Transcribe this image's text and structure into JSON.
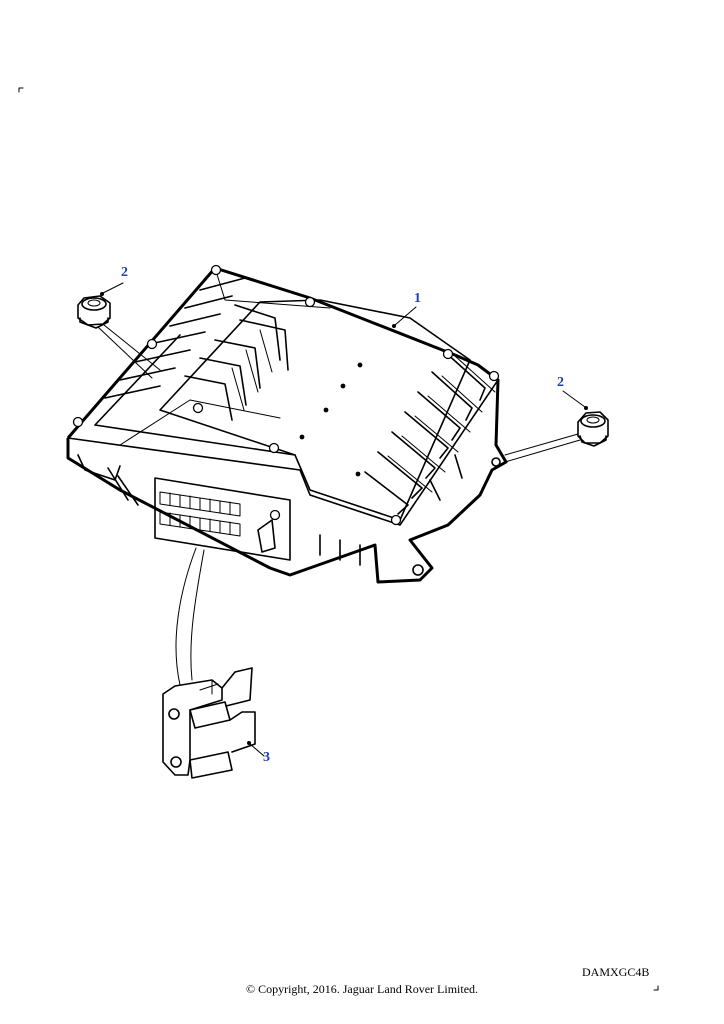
{
  "callouts": [
    {
      "id": "1",
      "label": "1"
    },
    {
      "id": "2a",
      "label": "2"
    },
    {
      "id": "2b",
      "label": "2"
    },
    {
      "id": "3",
      "label": "3"
    }
  ],
  "footer": {
    "drawing_code": "DAMXGC4B",
    "copyright": "© Copyright, 2016. Jaguar Land Rover Limited."
  },
  "colors": {
    "callout_text": "#1a3fb5",
    "line_art": "#000000",
    "background": "#ffffff"
  }
}
